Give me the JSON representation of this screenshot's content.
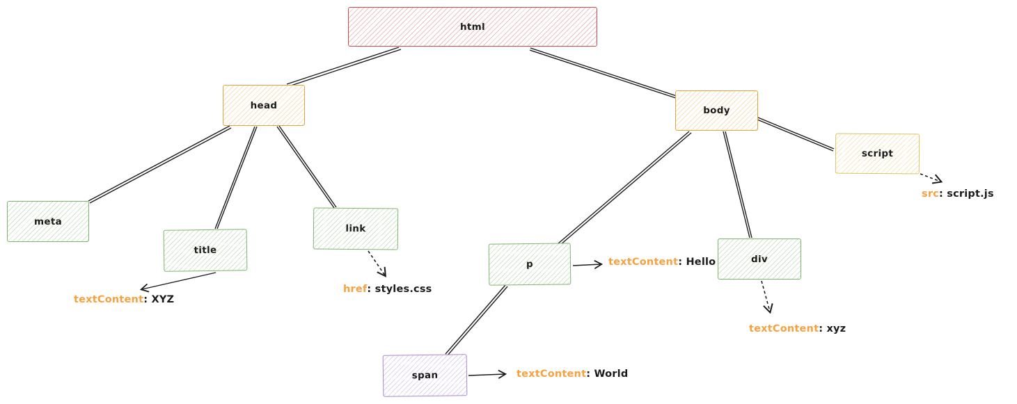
{
  "separator": ": ",
  "nodes": {
    "html": {
      "label": "html",
      "color": "red"
    },
    "head": {
      "label": "head",
      "color": "orange"
    },
    "body": {
      "label": "body",
      "color": "orange"
    },
    "meta": {
      "label": "meta",
      "color": "green"
    },
    "title": {
      "label": "title",
      "color": "green"
    },
    "link": {
      "label": "link",
      "color": "green"
    },
    "p": {
      "label": "p",
      "color": "green"
    },
    "div": {
      "label": "div",
      "color": "green"
    },
    "script": {
      "label": "script",
      "color": "yellow"
    },
    "span": {
      "label": "span",
      "color": "purple"
    }
  },
  "edges": [
    {
      "from": "html",
      "to": "head"
    },
    {
      "from": "html",
      "to": "body"
    },
    {
      "from": "head",
      "to": "meta"
    },
    {
      "from": "head",
      "to": "title"
    },
    {
      "from": "head",
      "to": "link"
    },
    {
      "from": "body",
      "to": "p"
    },
    {
      "from": "body",
      "to": "div"
    },
    {
      "from": "body",
      "to": "script"
    },
    {
      "from": "p",
      "to": "span"
    }
  ],
  "annotations": {
    "title_text": {
      "node": "title",
      "key": "textContent",
      "value": "XYZ",
      "arrow": "solid"
    },
    "link_href": {
      "node": "link",
      "key": "href",
      "value": "styles.css",
      "arrow": "dashed"
    },
    "p_text": {
      "node": "p",
      "key": "textContent",
      "value": "Hello",
      "arrow": "solid"
    },
    "div_text": {
      "node": "div",
      "key": "textContent",
      "value": "xyz",
      "arrow": "dashed"
    },
    "span_text": {
      "node": "span",
      "key": "textContent",
      "value": "World",
      "arrow": "solid"
    },
    "script_src": {
      "node": "script",
      "key": "src",
      "value": "script.js",
      "arrow": "dashed"
    }
  },
  "colors": {
    "red": "#c94b4b",
    "orange": "#e2a33c",
    "yellow": "#dcc25f",
    "green": "#7db46c",
    "purple": "#a687cf",
    "annotation_key": "#f7a13f",
    "line": "#1b1b1b"
  }
}
